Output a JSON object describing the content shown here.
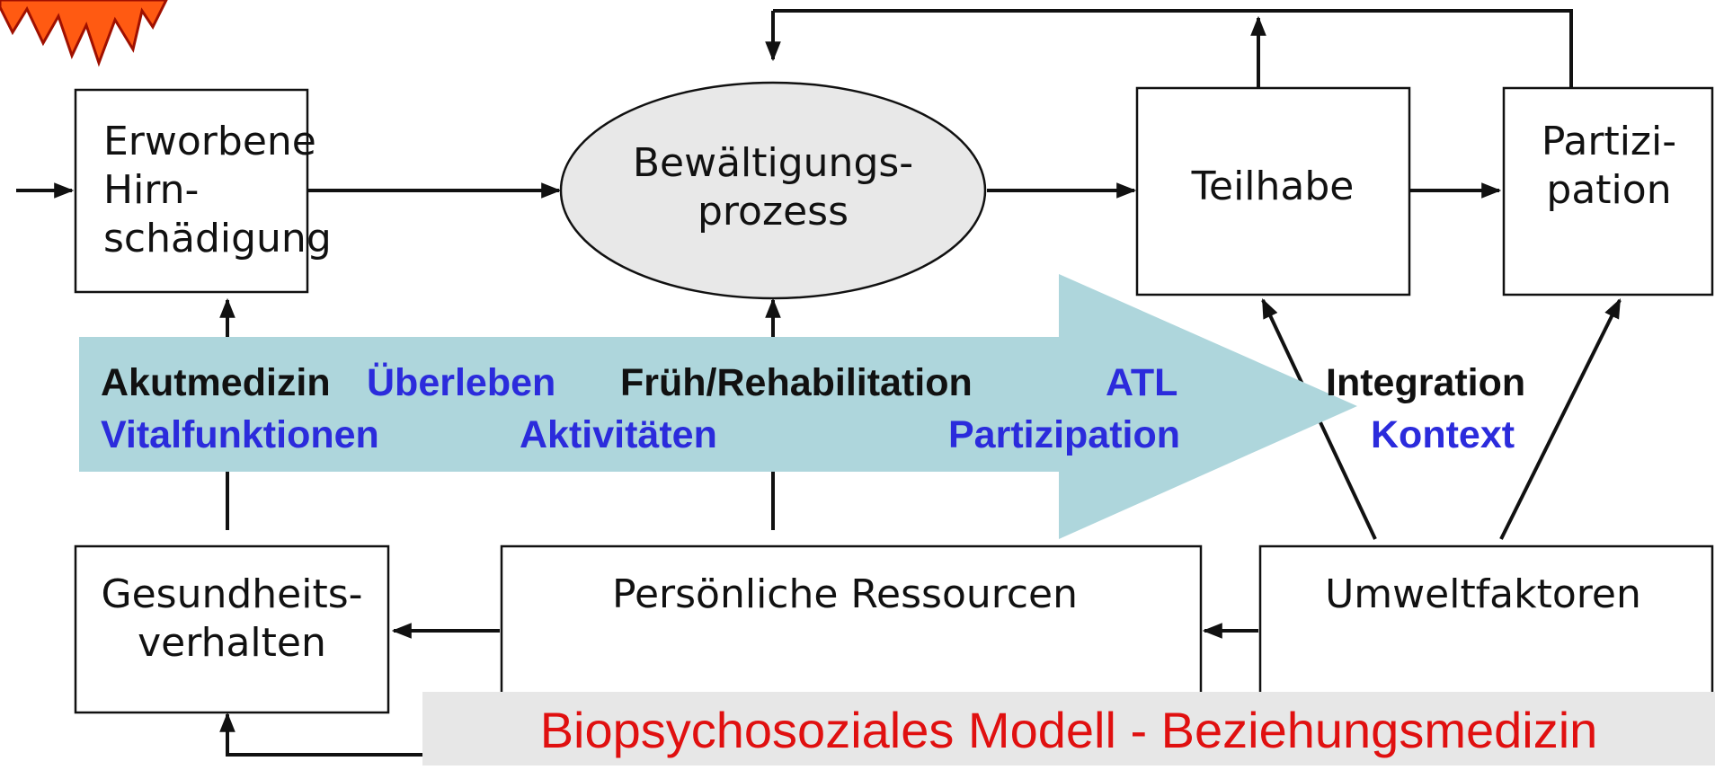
{
  "colors": {
    "black_text": "#111111",
    "blue_text": "#2b2bdc",
    "arrow_band": "#aed6dc",
    "ellipse_fill": "#e8e8e8",
    "caption_bg": "#e7e7e7",
    "caption_text": "#e01010",
    "star_fill": "#ff5a12"
  },
  "boxes": {
    "acquired_damage": [
      "Erworbene",
      "Hirn-",
      "schädigung"
    ],
    "coping_process": [
      "Bewältigungs-",
      "prozess"
    ],
    "participation_de": [
      "Teilhabe"
    ],
    "participation": [
      "Partizi-",
      "pation"
    ],
    "health_behavior": [
      "Gesundheits-",
      "verhalten"
    ],
    "personal_resources": [
      "Persönliche Ressourcen"
    ],
    "environment": [
      "Umweltfaktoren"
    ]
  },
  "band": {
    "acute_medicine": "Akutmedizin",
    "survival": "Überleben",
    "early_rehab": "Früh/Rehabilitation",
    "atl": "ATL",
    "integration": "Integration",
    "vital_functions": "Vitalfunktionen",
    "activities": "Aktivitäten",
    "participation": "Partizipation",
    "context": "Kontext"
  },
  "caption": "Biopsychosoziales Modell - Beziehungsmedizin",
  "icons": {
    "burst": "starburst-icon"
  }
}
